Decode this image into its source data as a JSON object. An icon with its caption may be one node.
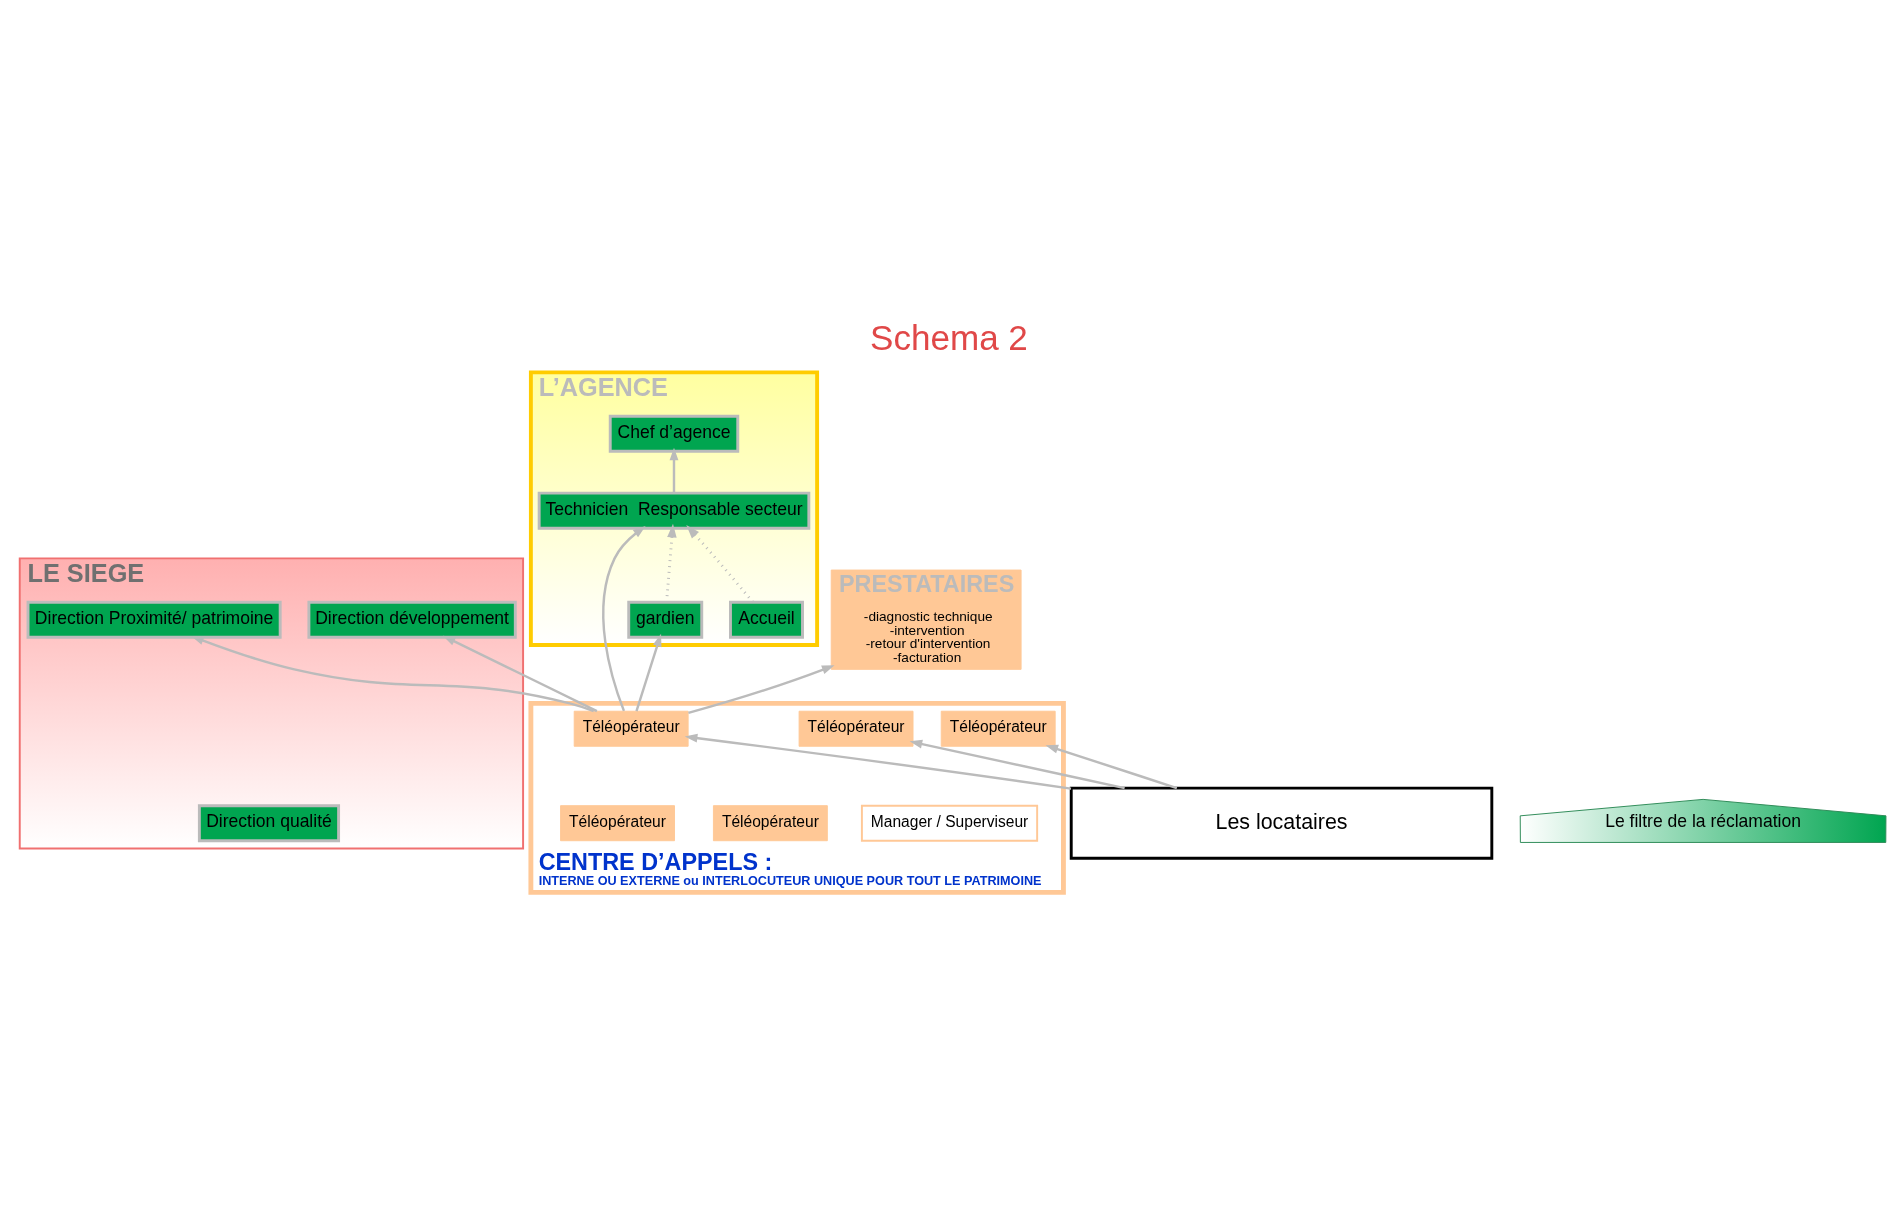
{
  "diagram": {
    "title": "Schema 2",
    "nodes": [
      {
        "text": [
          "L’AGENCE"
        ]
      },
      {
        "text": [
          "Chef d’agence"
        ],
        "in": 0
      },
      {
        "text": [
          "Technicien  Responsable secteur"
        ],
        "in": 0
      },
      {
        "text": [
          "Accueil"
        ],
        "in": 0
      },
      {
        "text": [
          "gardien"
        ],
        "in": 0
      },
      {
        "text": [
          "LE SIEGE"
        ]
      },
      {
        "text": [
          "Direction qualité"
        ],
        "in": 5
      },
      {
        "text": [
          "Direction développement"
        ],
        "in": 5
      },
      {
        "text": [
          "Direction Proximité/ patrimoine"
        ],
        "in": 5
      },
      {
        "text": [
          "PRESTATAIRES",
          "-diagnostic technique -intervention -retour d'intervention -facturation"
        ]
      },
      {
        "text": [
          "CENTRE D’APPELS :",
          "INTERNE OU EXTERNE ou INTERLOCUTEUR UNIQUE POUR TOUT LE PATRIMOINE"
        ]
      },
      {
        "text": [
          "Manager / Superviseur"
        ],
        "in": 10
      },
      {
        "text": [
          "Téléopérateur"
        ],
        "in": 10
      },
      {
        "text": [
          "Téléopérateur"
        ],
        "in": 10
      },
      {
        "text": [
          "Téléopérateur"
        ],
        "in": 10
      },
      {
        "text": [
          "Téléopérateur"
        ],
        "in": 10
      },
      {
        "text": [
          "Téléopérateur"
        ],
        "in": 10
      },
      {
        "text": [
          "Les locataires"
        ]
      },
      {
        "text": [
          "Le filtre de la réclamation"
        ]
      }
    ],
    "edges": [
      {
        "from": 2,
        "to": 1,
        "arrow": "to"
      },
      {
        "from": 3,
        "to": 2,
        "arrow": "to",
        "style": "dashed"
      },
      {
        "from": 4,
        "to": 2,
        "arrow": "to",
        "style": "dashed"
      },
      {
        "from": 15,
        "to": 2,
        "arrow": "to"
      },
      {
        "from": 15,
        "to": 4,
        "arrow": "to"
      },
      {
        "from": 15,
        "to": 7,
        "arrow": "to"
      },
      {
        "from": 15,
        "to": 8,
        "arrow": "to"
      },
      {
        "from": 15,
        "to": 9,
        "arrow": "to"
      },
      {
        "from": 17,
        "to": 13,
        "arrow": "to"
      },
      {
        "from": 17,
        "to": 14,
        "arrow": "to"
      },
      {
        "from": 17,
        "to": 15,
        "arrow": "to"
      }
    ]
  }
}
